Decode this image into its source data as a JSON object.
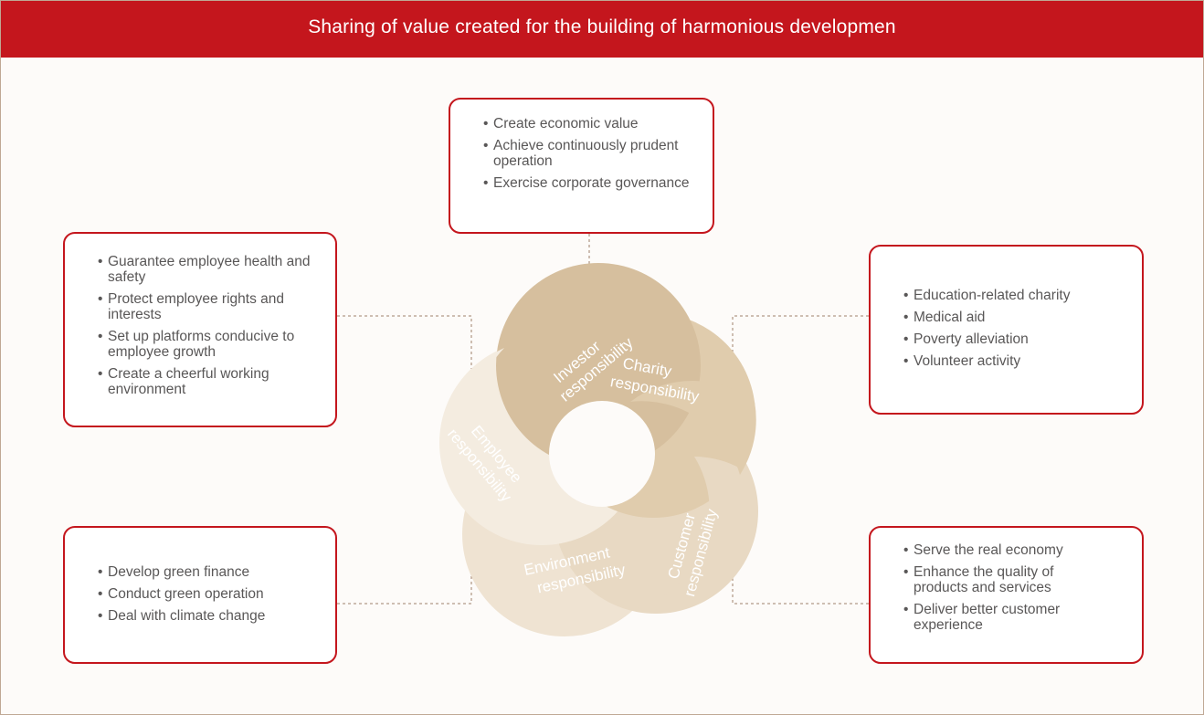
{
  "header": {
    "title": "Sharing of value created for the building of harmonious developmen"
  },
  "colors": {
    "accent_red": "#c4161d",
    "text_gray": "#595757",
    "petal_investor": "#d6bf9e",
    "petal_charity": "#e0ccad",
    "petal_customer": "#e8d9c3",
    "petal_environment": "#efe3d2",
    "petal_employee": "#f4ece0",
    "connector": "#a0806a"
  },
  "diagram": {
    "petals": [
      {
        "id": "investor",
        "line1": "Investor",
        "line2": "responsibility"
      },
      {
        "id": "charity",
        "line1": "Charity",
        "line2": "responsibility"
      },
      {
        "id": "customer",
        "line1": "Customer",
        "line2": "responsibility"
      },
      {
        "id": "environment",
        "line1": "Environment",
        "line2": "responsibility"
      },
      {
        "id": "employee",
        "line1": "Employee",
        "line2": "responsibility"
      }
    ]
  },
  "boxes": {
    "investor": {
      "items": [
        "Create economic value",
        "Achieve continuously prudent operation",
        "Exercise corporate governance"
      ]
    },
    "employee": {
      "items": [
        "Guarantee employee health and safety",
        "Protect employee rights and interests",
        "Set up platforms conducive to employee growth",
        "Create a cheerful working environment"
      ]
    },
    "charity": {
      "items": [
        "Education-related charity",
        "Medical aid",
        "Poverty alleviation",
        "Volunteer activity"
      ]
    },
    "environment": {
      "items": [
        "Develop green finance",
        "Conduct green operation",
        "Deal with climate change"
      ]
    },
    "customer": {
      "items": [
        "Serve the real economy",
        "Enhance the quality of products and services",
        "Deliver better customer experience"
      ]
    }
  }
}
